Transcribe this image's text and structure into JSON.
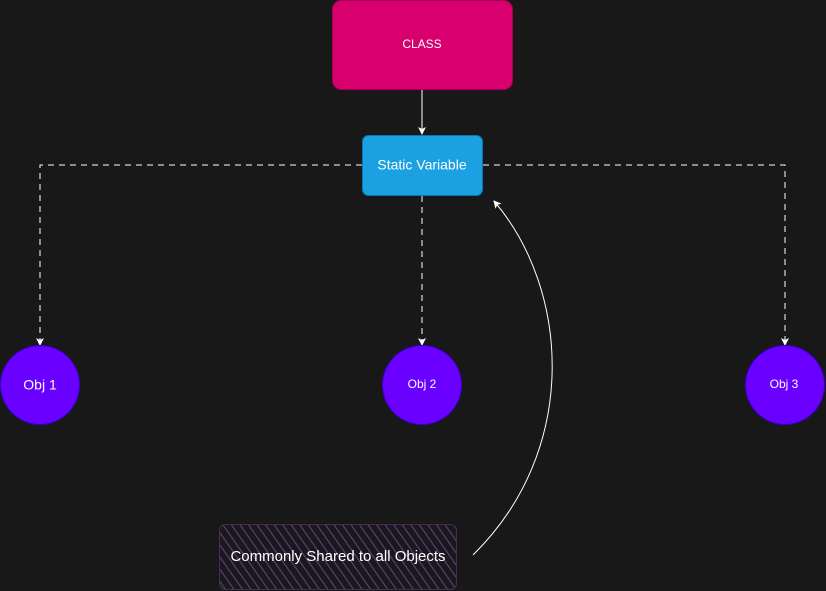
{
  "colors": {
    "background": "#181818",
    "class_box": "#d8006f",
    "class_border": "#a50050",
    "static_box": "#1ba1e2",
    "static_border": "#0b75b0",
    "object_fill": "#6a00ff",
    "object_border": "#3700cc",
    "note_fill": "#76608a",
    "note_border": "#432d57",
    "connector": "#ffffff"
  },
  "diagram": {
    "class_label": "CLASS",
    "static_label": "Static Variable",
    "objects": [
      {
        "label": "Obj 1"
      },
      {
        "label": "Obj 2"
      },
      {
        "label": "Obj 3"
      }
    ],
    "note_label": "Commonly Shared to all Objects"
  }
}
